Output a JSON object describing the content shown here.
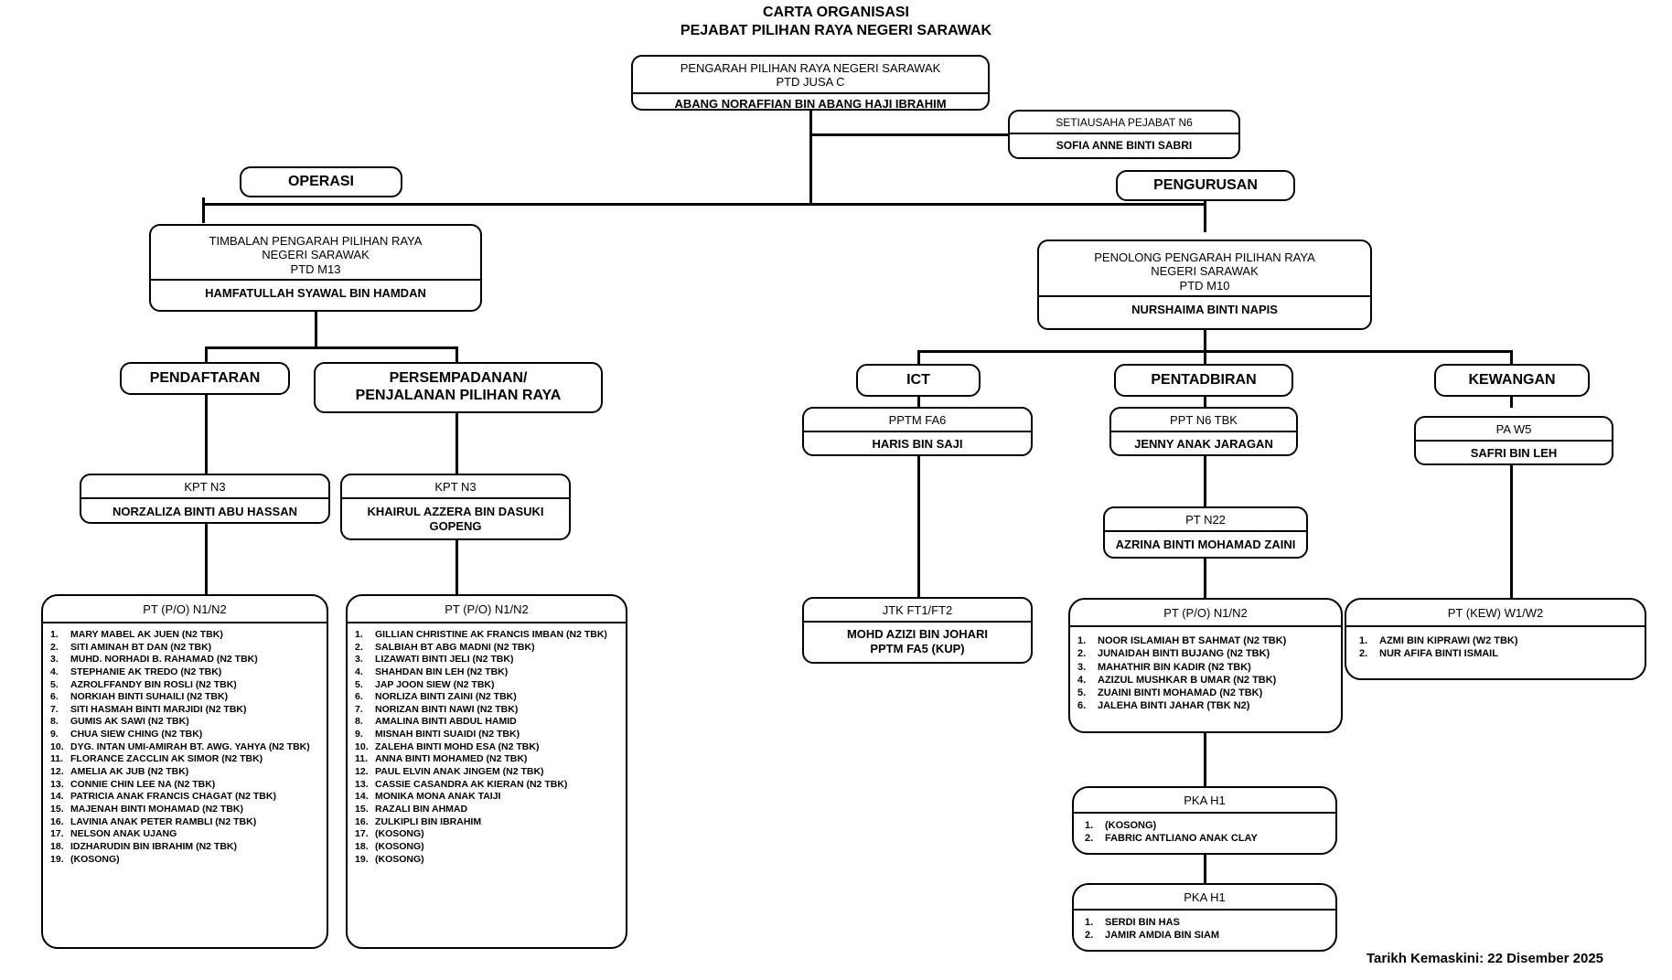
{
  "title": {
    "line1": "CARTA ORGANISASI",
    "line2": "PEJABAT PILIHAN RAYA NEGERI SARAWAK"
  },
  "footer": {
    "text": "Tarikh Kemaskini: 22 Disember 2025"
  },
  "director": {
    "position_line1": "PENGARAH PILIHAN RAYA NEGERI SARAWAK",
    "position_line2": "PTD JUSA C",
    "name": "ABANG NORAFFIAN BIN ABANG HAJI IBRAHIM"
  },
  "secretary": {
    "position": "SETIAUSAHA PEJABAT N6",
    "name": "SOFIA ANNE BINTI SABRI"
  },
  "divisions": {
    "operasi": "OPERASI",
    "pengurusan": "PENGURUSAN"
  },
  "deputy_director": {
    "position_line1": "TIMBALAN PENGARAH PILIHAN RAYA",
    "position_line2": "NEGERI SARAWAK",
    "position_line3": "PTD  M13",
    "name": "HAMFATULLAH SYAWAL BIN HAMDAN"
  },
  "assistant_director": {
    "position_line1": "PENOLONG PENGARAH PILIHAN RAYA",
    "position_line2": "NEGERI SARAWAK",
    "position_line3": "PTD  M10",
    "name": "NURSHAIMA BINTI NAPIS"
  },
  "units": {
    "pendaftaran": "PENDAFTARAN",
    "persempadanan_line1": "PERSEMPADANAN/",
    "persempadanan_line2": "PENJALANAN PILIHAN RAYA",
    "ict": "ICT",
    "pentadbiran": "PENTADBIRAN",
    "kewangan": "KEWANGAN"
  },
  "pendaftaran_head": {
    "grade": "KPT N3",
    "name": "NORZALIZA BINTI ABU HASSAN"
  },
  "persempadanan_head": {
    "grade": "KPT N3",
    "name_line1": "KHAIRUL AZZERA BIN DASUKI",
    "name_line2": "GOPENG"
  },
  "ict_head": {
    "grade": "PPTM FA6",
    "name": "HARIS BIN SAJI"
  },
  "ict_staff": {
    "grade": "JTK FT1/FT2",
    "name_line1": "MOHD AZIZI BIN JOHARI",
    "name_line2": "PPTM FA5 (KUP)"
  },
  "pentadbiran_head": {
    "grade": "PPT N6 TBK",
    "name": "JENNY ANAK JARAGAN"
  },
  "pentadbiran_pt": {
    "grade": "PT N22",
    "name": "AZRINA BINTI MOHAMAD ZAINI"
  },
  "kewangan_head": {
    "grade": "PA W5",
    "name": "SAFRI BIN LEH"
  },
  "pendaftaran_list": {
    "header": "PT (P/O) N1/N2",
    "items": [
      "MARY MABEL AK JUEN (N2 TBK)",
      "SITI AMINAH BT DAN  (N2 TBK)",
      "MUHD. NORHADI B. RAHAMAD (N2 TBK)",
      "STEPHANIE AK TREDO (N2 TBK)",
      "AZROLFFANDY BIN ROSLI (N2 TBK)",
      "NORKIAH BINTI SUHAILI (N2 TBK)",
      "SITI HASMAH BINTI MARJIDI (N2 TBK)",
      "GUMIS AK SAWI (N2 TBK)",
      "CHUA SIEW CHING (N2 TBK)",
      "DYG. INTAN UMI-AMIRAH BT.  AWG. YAHYA (N2 TBK)",
      "FLORANCE ZACCLIN AK SIMOR (N2 TBK)",
      "AMELIA AK JUB (N2 TBK)",
      "CONNIE CHIN LEE NA (N2 TBK)",
      "PATRICIA ANAK FRANCIS CHAGAT (N2 TBK)",
      "MAJENAH BINTI MOHAMAD (N2 TBK)",
      "LAVINIA ANAK PETER RAMBLI (N2 TBK)",
      "NELSON ANAK UJANG",
      "IDZHARUDIN BIN IBRAHIM (N2 TBK)",
      "(KOSONG)"
    ]
  },
  "persempadanan_list": {
    "header": "PT (P/O) N1/N2",
    "items": [
      "GILLIAN CHRISTINE AK  FRANCIS IMBAN (N2 TBK)",
      "SALBIAH BT ABG MADNI (N2 TBK)",
      "LIZAWATI BINTI JELI (N2 TBK)",
      "SHAHDAN BIN LEH (N2 TBK)",
      "JAP JOON SIEW (N2 TBK)",
      "NORLIZA BINTI ZAINI (N2 TBK)",
      "NORIZAN BINTI NAWI  (N2 TBK)",
      "AMALINA BINTI ABDUL HAMID",
      "MISNAH BINTI SUAIDI (N2 TBK)",
      "ZALEHA BINTI MOHD ESA (N2 TBK)",
      "ANNA BINTI MOHAMED (N2 TBK)",
      "PAUL ELVIN ANAK JINGEM (N2 TBK)",
      "CASSIE CASANDRA AK KIERAN (N2 TBK)",
      "MONIKA MONA ANAK TAIJI",
      "RAZALI BIN AHMAD",
      "ZULKIPLI BIN IBRAHIM",
      "(KOSONG)",
      "(KOSONG)",
      "(KOSONG)"
    ]
  },
  "pentadbiran_list": {
    "header": "PT (P/O) N1/N2",
    "items": [
      "NOOR ISLAMIAH BT SAHMAT (N2 TBK)",
      "JUNAIDAH BINTI BUJANG  (N2 TBK)",
      "MAHATHIR BIN KADIR (N2 TBK)",
      "AZIZUL MUSHKAR B UMAR (N2 TBK)",
      "ZUAINI BINTI MOHAMAD (N2 TBK)",
      "JALEHA BINTI JAHAR (TBK N2)"
    ]
  },
  "pka_list_1": {
    "header": "PKA H1",
    "items": [
      "(KOSONG)",
      "FABRIC ANTLIANO ANAK CLAY"
    ]
  },
  "pka_list_2": {
    "header": "PKA H1",
    "items": [
      "SERDI BIN HAS",
      "JAMIR AMDIA BIN SIAM"
    ]
  },
  "kewangan_list": {
    "header": "PT (KEW) W1/W2",
    "items": [
      "AZMI BIN KIPRAWI (W2 TBK)",
      "NUR AFIFA BINTI ISMAIL"
    ]
  }
}
